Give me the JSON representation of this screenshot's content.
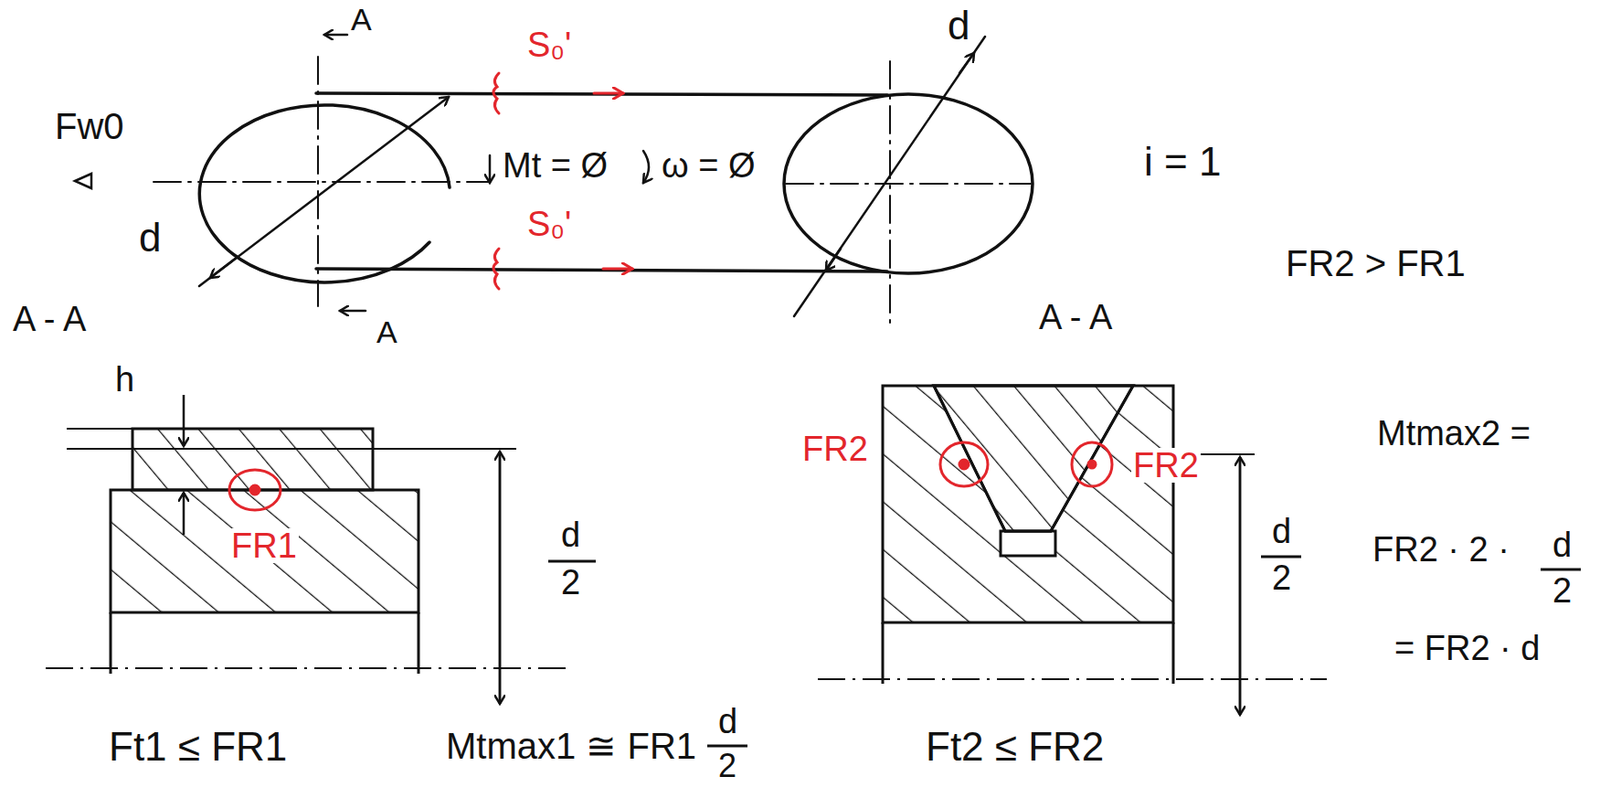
{
  "diagram": {
    "labels": [
      "A",
      "S₀'",
      "d",
      "Fw0",
      "Mt = Ø",
      "ω = Ø",
      "i = 1",
      "d",
      "S₀'",
      "FR2 > FR1",
      "A - A",
      "A",
      "A - A",
      "h",
      "FR2",
      "FR2",
      "Mtmax2 =",
      "d",
      "2",
      "FR2 · 2 ·",
      "d",
      "2",
      "= FR2 · d",
      "d",
      "2",
      "FR1",
      "Ft1 ≤ FR1",
      "Mtmax1 ≅ FR1",
      "d",
      "2",
      "Ft2 ≤ FR2"
    ]
  }
}
